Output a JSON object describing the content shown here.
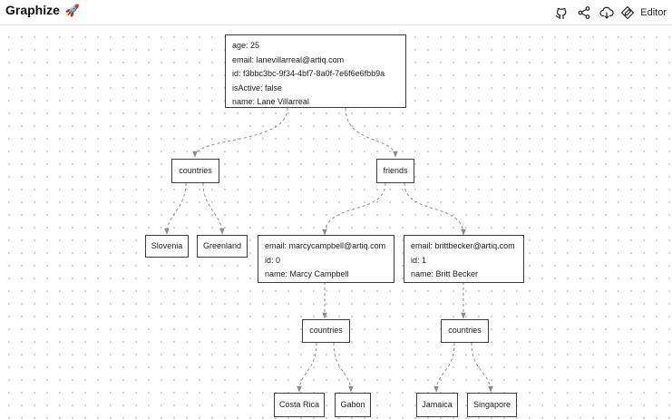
{
  "header": {
    "brand": "Graphize",
    "brand_emoji": "🚀",
    "toolbar": {
      "github_icon": "github-icon",
      "share_icon": "share-icon",
      "download_icon": "download-icon",
      "editor_icon": "editor-icon",
      "editor_label": "Editor"
    }
  },
  "graph": {
    "root": {
      "lines": [
        "age: 25",
        "email: lanevillarreal@artiq.com",
        "id: f3bbc3bc-9f34-4bf7-8a0f-7e6f6e6fbb9a",
        "isActive: false",
        "name: Lane Villarreal"
      ]
    },
    "root_countries": {
      "label": "countries",
      "items": [
        "Slovenia",
        "Greenland"
      ]
    },
    "friends": {
      "label": "friends",
      "people": [
        {
          "lines": [
            "email: marcycampbell@artiq.com",
            "id: 0",
            "name: Marcy Campbell"
          ],
          "countries_label": "countries",
          "countries": [
            "Costa Rica",
            "Gabon"
          ]
        },
        {
          "lines": [
            "email: brittbecker@artiq.com",
            "id: 1",
            "name: Britt Becker"
          ],
          "countries_label": "countries",
          "countries": [
            "Jamaica",
            "Singapore"
          ]
        }
      ]
    }
  },
  "colors": {
    "edge": "#8a8a8a",
    "node_border": "#3c3c3c",
    "grid_dot": "#c9c9c9"
  }
}
